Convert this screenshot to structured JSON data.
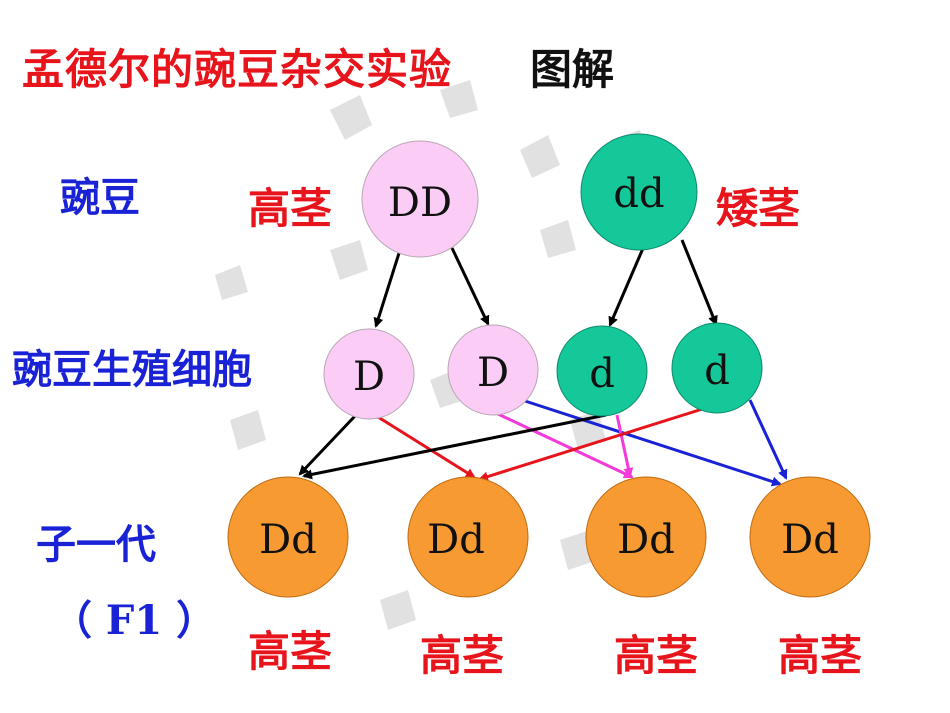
{
  "title": {
    "main": "孟德尔的豌豆杂交实验",
    "suffix": "图解"
  },
  "row_labels": {
    "parents": "豌豆",
    "gametes": "豌豆生殖细胞",
    "f1": "子一代",
    "f1_sub": "（ F1 ）"
  },
  "parents": [
    {
      "genotype": "DD",
      "trait": "高茎",
      "color": "#fbcdf6"
    },
    {
      "genotype": "dd",
      "trait": "矮茎",
      "color": "#14c89a"
    }
  ],
  "gametes": [
    {
      "allele": "D",
      "color": "#fbcdf6"
    },
    {
      "allele": "D",
      "color": "#fbcdf6"
    },
    {
      "allele": "d",
      "color": "#14c89a"
    },
    {
      "allele": "d",
      "color": "#14c89a"
    }
  ],
  "offspring": [
    {
      "genotype": "Dd",
      "trait": "高茎",
      "color": "#f79a32"
    },
    {
      "genotype": "Dd",
      "trait": "高茎",
      "color": "#f79a32"
    },
    {
      "genotype": "Dd",
      "trait": "高茎",
      "color": "#f79a32"
    },
    {
      "genotype": "Dd",
      "trait": "高茎",
      "color": "#f79a32"
    }
  ],
  "colors": {
    "title": "#e8141c",
    "label_blue": "#1a22d6",
    "arrow_black": "#000000",
    "arrow_red": "#e8141c",
    "arrow_pink": "#f23bd8",
    "arrow_blue": "#1a22d6"
  }
}
